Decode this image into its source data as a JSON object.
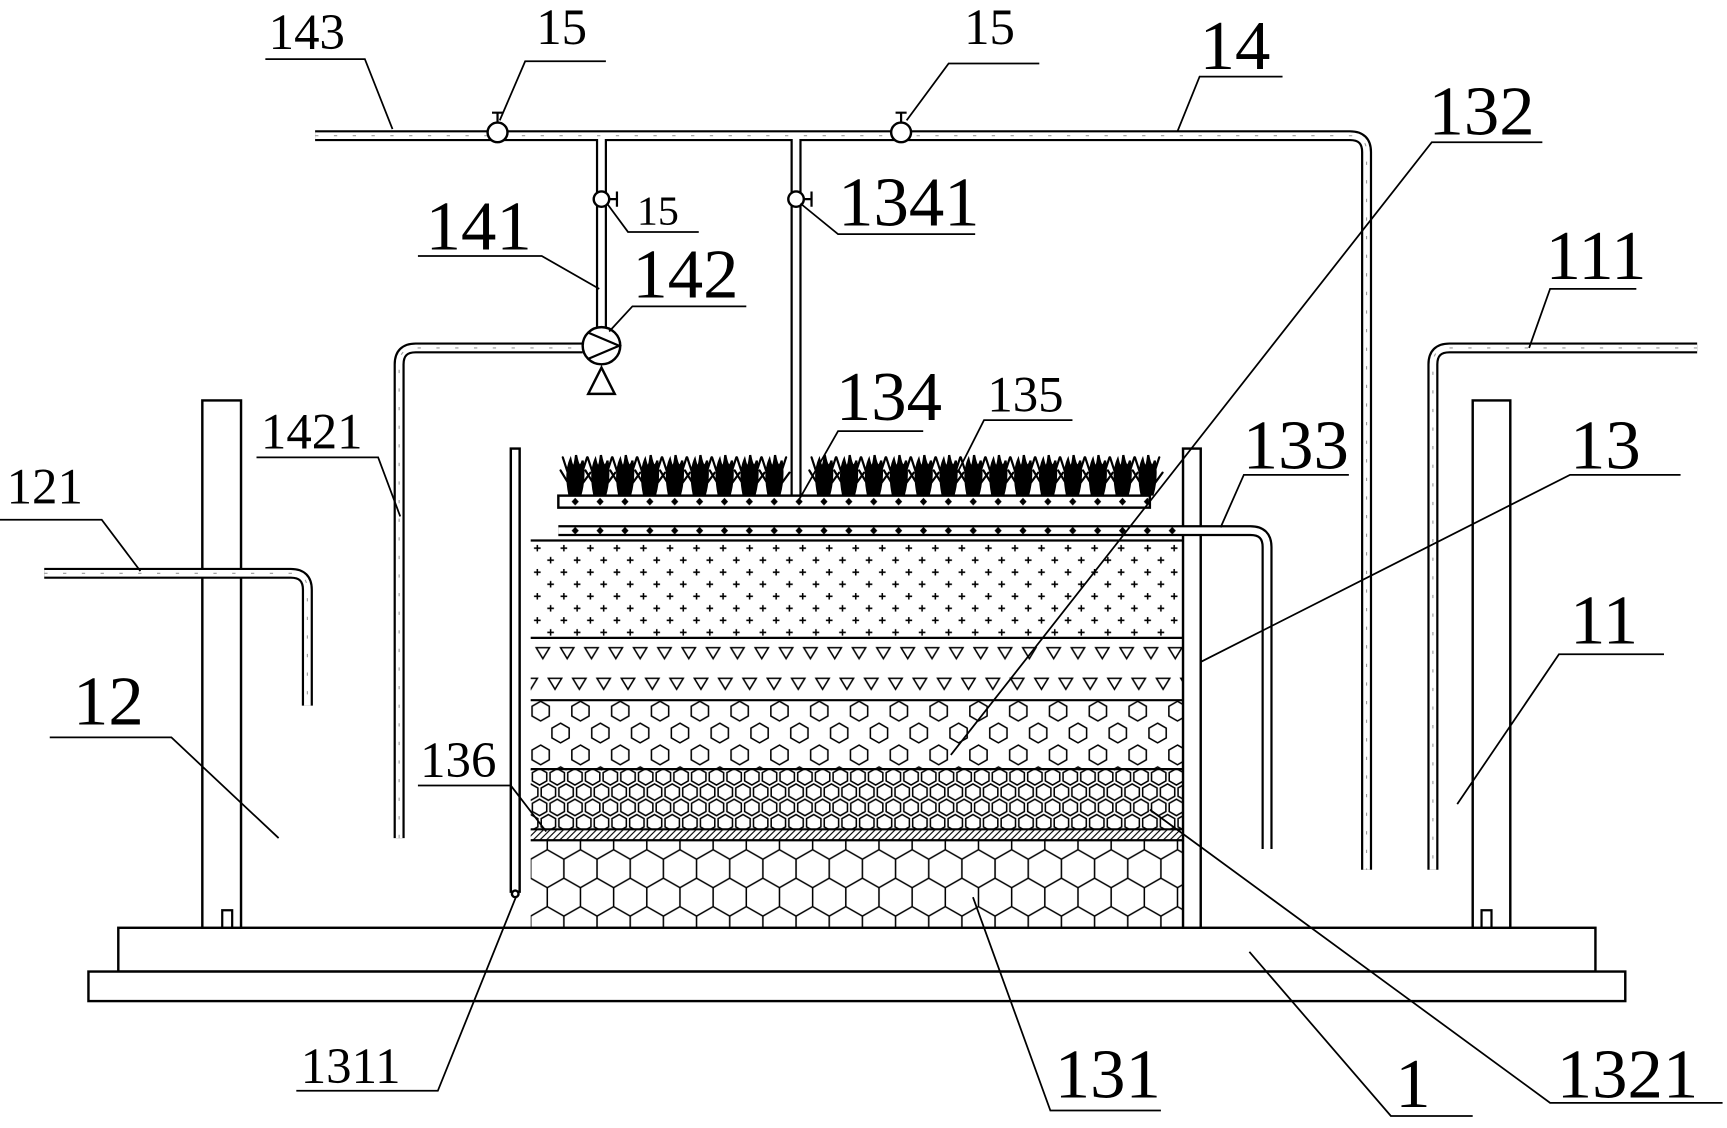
{
  "labels": {
    "pipe_143": "143",
    "valve_15_left": "15",
    "valve_15_right": "15",
    "pipe_14": "14",
    "layer_132": "132",
    "valve_15_branch": "15",
    "valve_1341": "1341",
    "pipe_141": "141",
    "pump_142": "142",
    "pipe_111": "111",
    "bed_134": "134",
    "plants_135": "135",
    "pipe_1421": "1421",
    "pipe_133": "133",
    "tank_13": "13",
    "pipe_121": "121",
    "tank_12": "12",
    "tank_11": "11",
    "layer_136": "136",
    "outlet_1311": "1311",
    "layer_131": "131",
    "base_1": "1",
    "layer_1321": "1321"
  },
  "colors": {
    "ink": "#000000",
    "paper": "#ffffff",
    "pipe_dash": "#9a9a9a"
  }
}
